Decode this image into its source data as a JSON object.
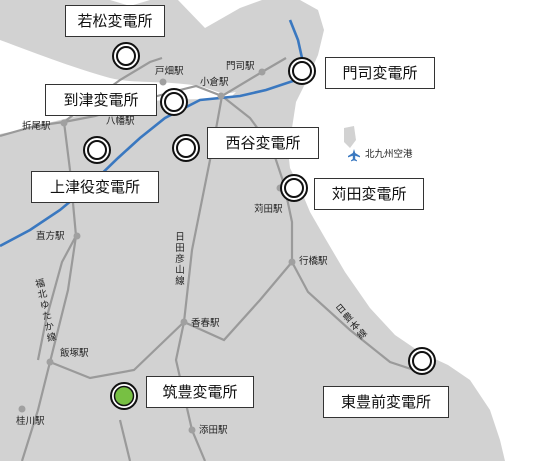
{
  "colors": {
    "land": "#d2d2d2",
    "sea": "#ffffff",
    "rail": "#9a9a9a",
    "shinkansen": "#3a78c0",
    "station_dot": "#a0a0a0",
    "substation_highlight": "#77c043"
  },
  "substations": [
    {
      "id": "wakamatsu",
      "label": "若松変電所"
    },
    {
      "id": "mojiko",
      "label": "門司変電所"
    },
    {
      "id": "toutsu",
      "label": "到津変電所"
    },
    {
      "id": "nishitani",
      "label": "西谷変電所"
    },
    {
      "id": "kandaha",
      "label": "苅田変電所"
    },
    {
      "id": "kamitsuyaku",
      "label": "上津役変電所"
    },
    {
      "id": "chikuho",
      "label": "筑豊変電所"
    },
    {
      "id": "higashitoyo",
      "label": "東豊前変電所"
    }
  ],
  "stations": {
    "tobata": "戸畑駅",
    "kokura": "小倉駅",
    "moji": "門司駅",
    "yahata": "八幡駅",
    "orio": "折尾駅",
    "kanda": "苅田駅",
    "nogata": "直方駅",
    "yukuhashi": "行橋駅",
    "kawara": "香春駅",
    "iizuka": "飯塚駅",
    "keisen": "桂川駅",
    "soeda": "添田駅"
  },
  "lines": {
    "hitahikosan": "日田彦山線",
    "fukuhoku": "福北ゆたか線",
    "nippo": "日豊本線"
  },
  "airport": {
    "label": "北九州空港",
    "icon": "airplane-icon"
  }
}
